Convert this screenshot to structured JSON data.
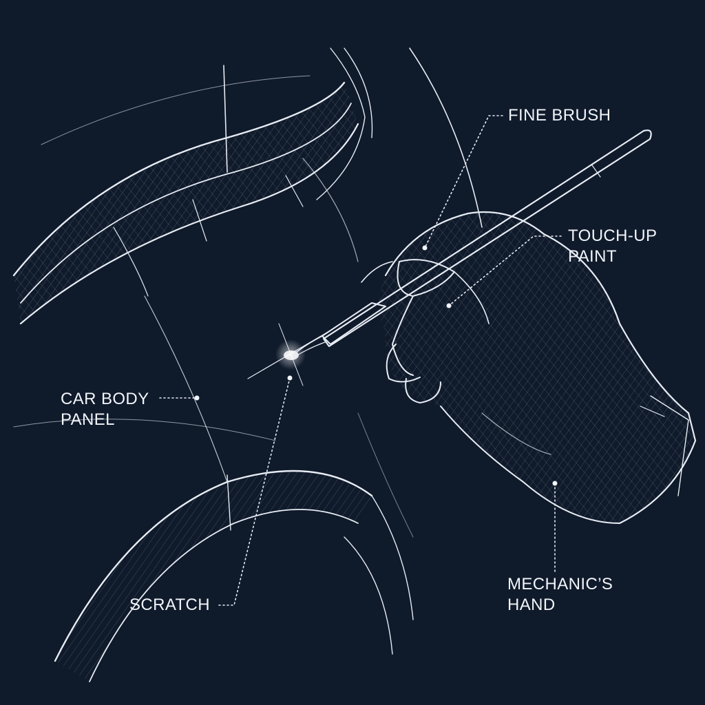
{
  "labels": {
    "fine_brush": "FINE BRUSH",
    "touch_up_paint": "TOUCH-UP\nPAINT",
    "car_body_panel": "CAR BODY\nPANEL",
    "scratch": "SCRATCH",
    "mechanics_hand": "MECHANIC’S\nHAND"
  },
  "colors": {
    "background": "#0f1a2b",
    "ink": "#e8edf4"
  }
}
